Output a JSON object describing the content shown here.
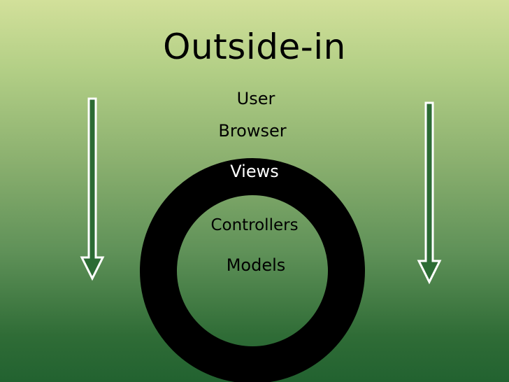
{
  "slide": {
    "title": "Outside-in",
    "layers": {
      "user": "User",
      "browser": "Browser",
      "views": "Views",
      "controllers": "Controllers",
      "models": "Models"
    }
  },
  "colors": {
    "background_top": "#d2e09a",
    "background_bottom": "#226230",
    "ring": "#000000",
    "arrow_fill": "#2c6b34",
    "arrow_stroke": "#ffffff",
    "views_text": "#ffffff"
  },
  "icons": [
    "down-arrow-icon",
    "down-arrow-icon"
  ]
}
